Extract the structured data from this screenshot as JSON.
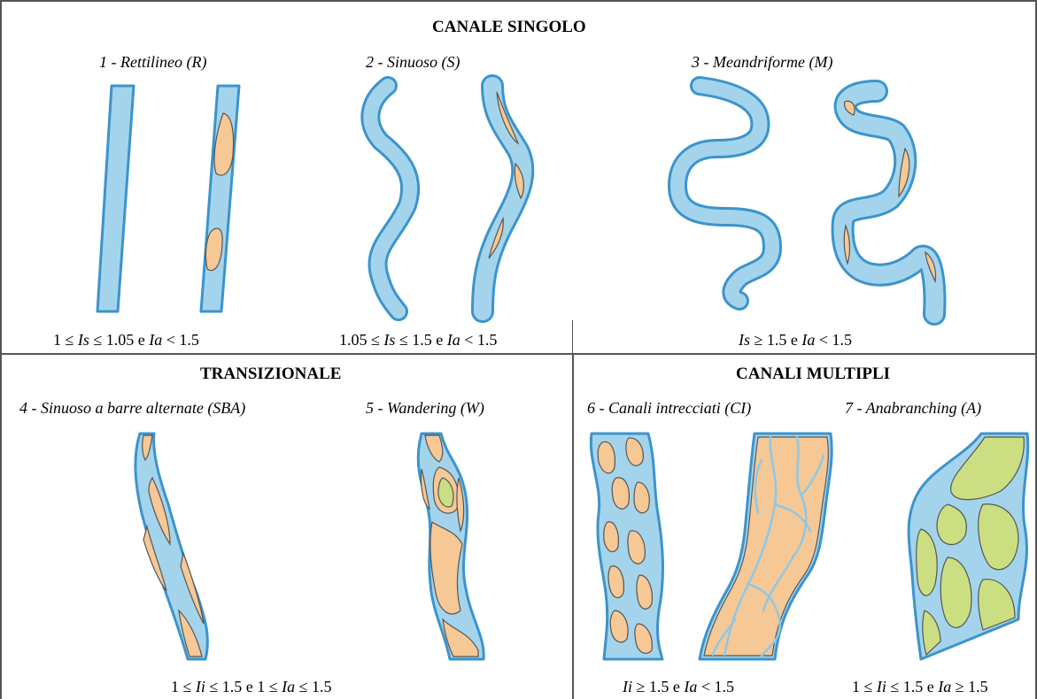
{
  "sections": {
    "single": "CANALE SINGOLO",
    "transitional": "TRANSIZIONALE",
    "multiple": "CANALI MULTIPLI"
  },
  "types": {
    "t1": "1 - Rettilineo (R)",
    "t2": "2 - Sinuoso (S)",
    "t3": "3 - Meandriforme (M)",
    "t4": "4 - Sinuoso a barre alternate (SBA)",
    "t5": "5 - Wandering (W)",
    "t6": "6 - Canali intrecciati (CI)",
    "t7": "7 - Anabranching (A)"
  },
  "criteria": {
    "c1": {
      "a": "1 ≤ ",
      "b": "Is",
      "c": " ≤ 1.05 e ",
      "d": "Ia",
      "e": " < 1.5"
    },
    "c2": {
      "a": "1.05 ≤ ",
      "b": "Is",
      "c": " ≤ 1.5 e ",
      "d": "Ia",
      "e": " < 1.5"
    },
    "c3": {
      "a": "",
      "b": "Is",
      "c": " ≥ 1.5 e ",
      "d": "Ia",
      "e": " < 1.5"
    },
    "c4": {
      "a": "1 ≤ ",
      "b": "Ii",
      "c": " ≤ 1.5 e 1 ≤ ",
      "d": "Ia",
      "e": " ≤ 1.5"
    },
    "c6": {
      "a": "",
      "b": "Ii",
      "c": " ≥ 1.5 e ",
      "d": "Ia",
      "e": " < 1.5"
    },
    "c7": {
      "a": "1 ≤ ",
      "b": "Ii",
      "c": " ≤ 1.5 e ",
      "d": "Ia",
      "e": " ≥ 1.5"
    }
  },
  "colors": {
    "water": "#a4d4ec",
    "bank": "#3b94cc",
    "gravel_bar": "#f6c896",
    "vegetated_island": "#cbdf82",
    "border": "#555555"
  }
}
